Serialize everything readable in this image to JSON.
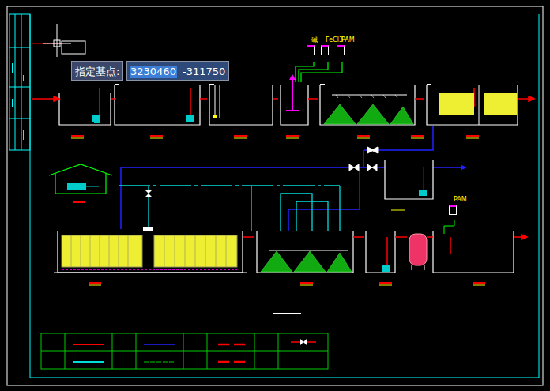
{
  "diagram": {
    "nodes": [
      {
        "text": [
          "指定基点:"
        ]
      },
      {
        "text": [
          "3230460"
        ]
      },
      {
        "text": [
          "-311750"
        ]
      },
      {
        "text": [
          "碱"
        ]
      },
      {
        "text": [
          "FeCl3"
        ]
      },
      {
        "text": [
          "PAM"
        ]
      },
      {
        "text": [
          "PAM"
        ]
      }
    ]
  }
}
